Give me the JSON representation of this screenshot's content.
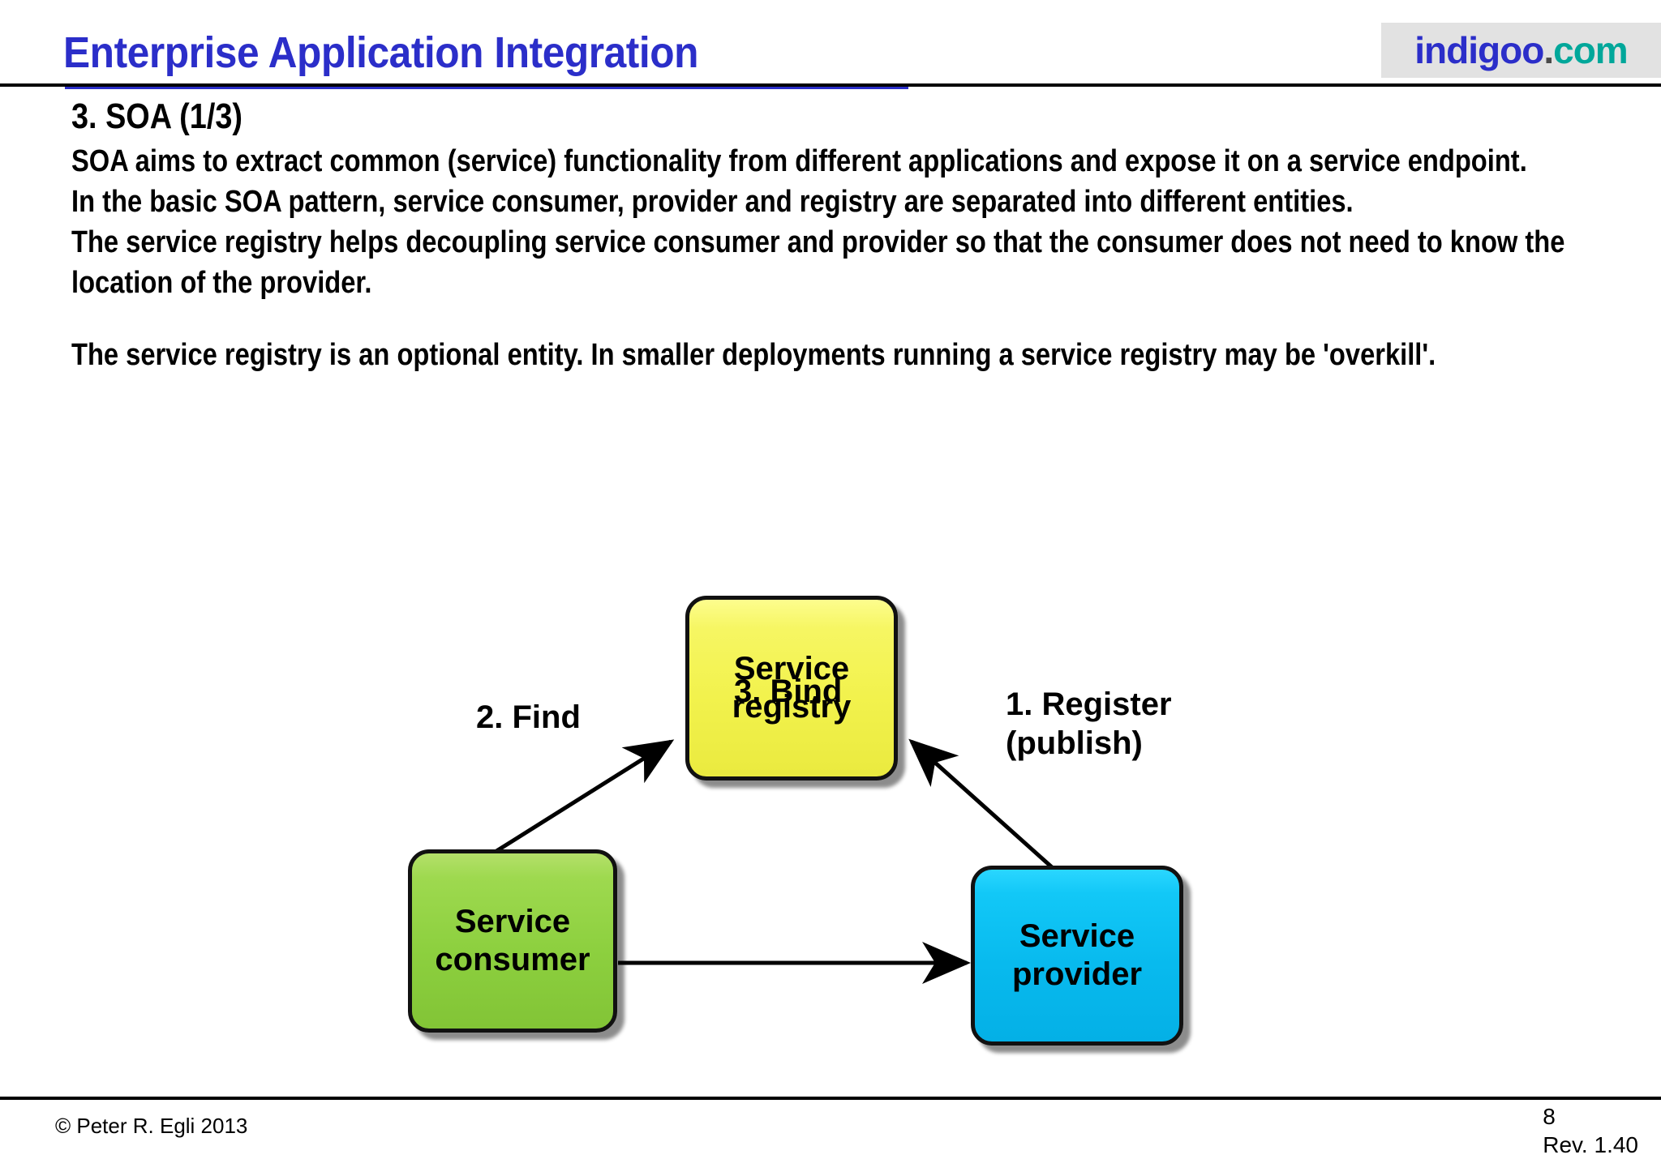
{
  "header": {
    "title": "Enterprise Application Integration",
    "logo": {
      "name": "indigoo",
      "separator": ".",
      "tld": "com"
    },
    "colors": {
      "title": "#2b2ec9",
      "logo_name": "#2b2ec9",
      "logo_tld": "#00a79a",
      "logo_background": "#e2e2e2"
    }
  },
  "content": {
    "heading": "3. SOA (1/3)",
    "paragraphs": [
      "SOA aims to extract common (service) functionality from different applications and expose it on a service endpoint.",
      "In the basic SOA pattern, service consumer, provider and registry are separated into different entities.",
      "The service registry helps decoupling service consumer and provider so that the consumer does not need to know the location of the provider.",
      "The service registry is an optional entity. In smaller deployments running a service registry may be 'overkill'."
    ]
  },
  "diagram": {
    "type": "soa-triangle",
    "nodes": [
      {
        "id": "registry",
        "label": "Service\nregistry",
        "color": "#f2f24d"
      },
      {
        "id": "consumer",
        "label": "Service\nconsumer",
        "color": "#8dd03f"
      },
      {
        "id": "provider",
        "label": "Service\nprovider",
        "color": "#08baee"
      }
    ],
    "edges": [
      {
        "id": "find",
        "label": "2. Find",
        "from": "consumer",
        "to": "registry"
      },
      {
        "id": "register",
        "label": "1. Register\n(publish)",
        "from": "provider",
        "to": "registry"
      },
      {
        "id": "bind",
        "label": "3. Bind",
        "from": "consumer",
        "to": "provider"
      }
    ]
  },
  "footer": {
    "copyright": "© Peter R. Egli 2013",
    "page_number": "8",
    "revision": "Rev. 1.40"
  }
}
